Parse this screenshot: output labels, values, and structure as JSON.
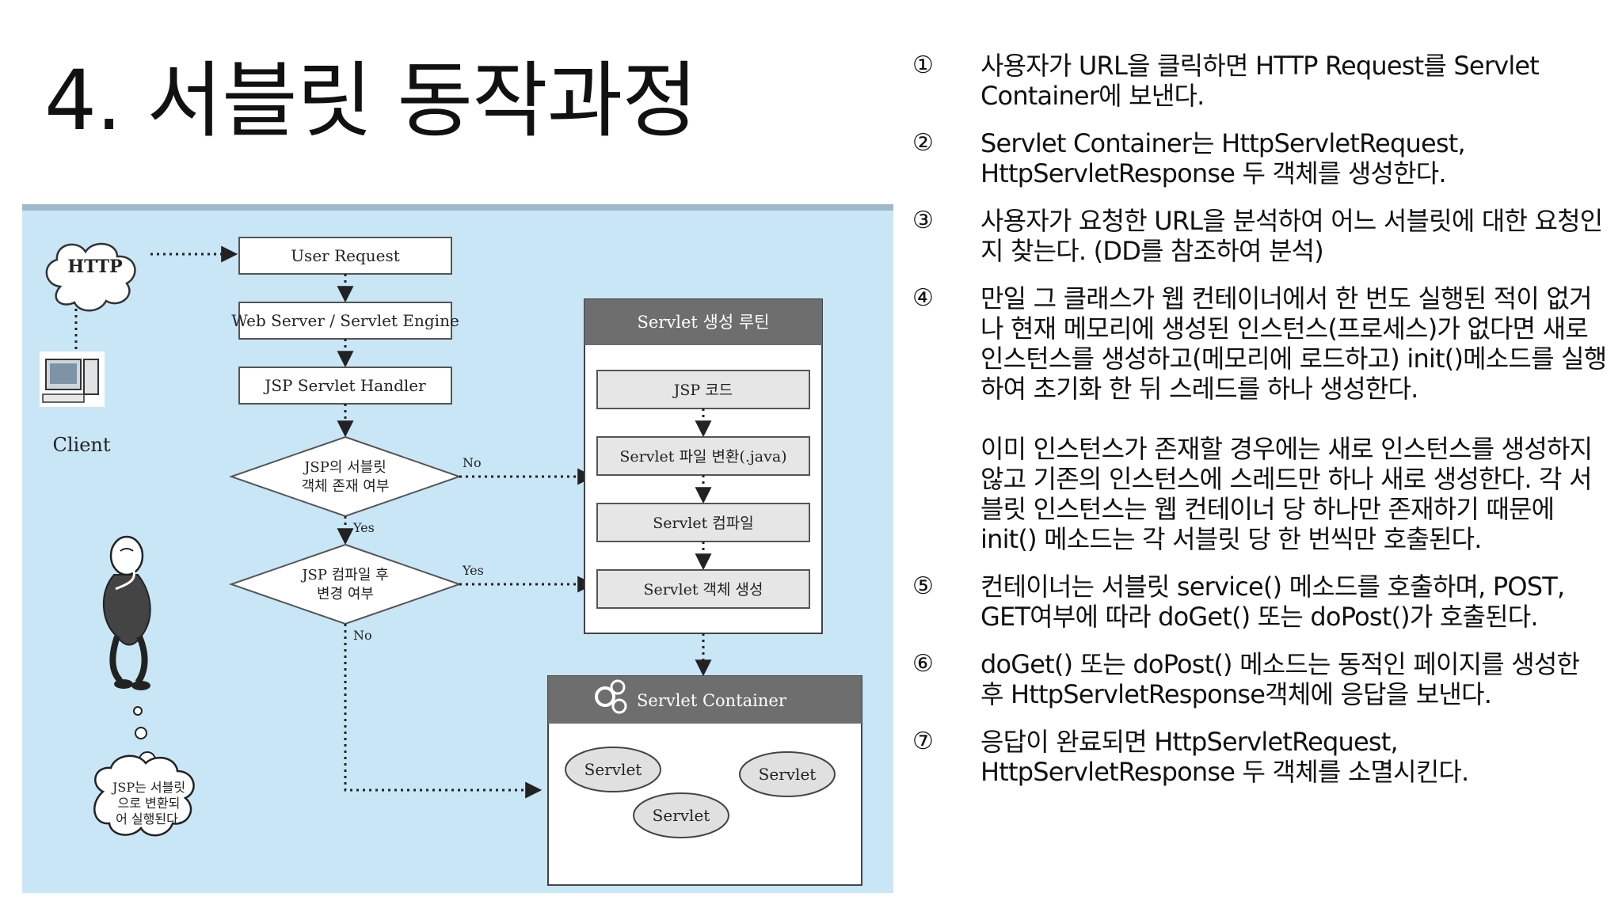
{
  "title": "4. 서블릿 동작과정",
  "diagram": {
    "cloud_label": "HTTP",
    "client_label": "Client",
    "user_request": "User Request",
    "web_server": "Web Server / Servlet Engine",
    "jsp_handler": "JSP Servlet Handler",
    "decision1_line1": "JSP의 서블릿",
    "decision1_line2": "객체 존재 여부",
    "decision1_no": "No",
    "decision1_yes": "Yes",
    "decision2_line1": "JSP 컴파일 후",
    "decision2_line2": "변경 여부",
    "decision2_yes": "Yes",
    "decision2_no": "No",
    "routine_header": "Servlet 생성 루틴",
    "routine_steps": [
      "JSP 코드",
      "Servlet 파일 변환(.java)",
      "Servlet 컴파일",
      "Servlet 객체 생성"
    ],
    "container_header": "Servlet Container",
    "servlets": [
      "Servlet",
      "Servlet",
      "Servlet"
    ],
    "thought_line1": "JSP는 서블릿",
    "thought_line2": "으로 변환되",
    "thought_line3": "어 실행된다."
  },
  "steps": [
    {
      "num": "①",
      "paragraphs": [
        "사용자가 URL을 클릭하면 HTTP Request를 Servlet Container에 보낸다."
      ]
    },
    {
      "num": "②",
      "paragraphs": [
        "Servlet Container는 HttpServletRequest, HttpServletResponse 두 객체를 생성한다."
      ]
    },
    {
      "num": "③",
      "paragraphs": [
        "사용자가 요청한 URL을 분석하여 어느 서블릿에 대한 요청인지 찾는다. (DD를 참조하여 분석)"
      ]
    },
    {
      "num": "④",
      "paragraphs": [
        "만일 그 클래스가 웹 컨테이너에서 한 번도 실행된 적이 없거나 현재 메모리에 생성된 인스턴스(프로세스)가 없다면 새로 인스턴스를 생성하고(메모리에 로드하고) init()메소드를 실행하여 초기화 한 뒤 스레드를 하나 생성한다.",
        "이미 인스턴스가 존재할 경우에는 새로 인스턴스를 생성하지 않고 기존의 인스턴스에 스레드만 하나 새로 생성한다. 각 서블릿 인스턴스는 웹 컨테이너 당 하나만 존재하기 때문에 init() 메소드는 각 서블릿 당 한 번씩만 호출된다."
      ]
    },
    {
      "num": "⑤",
      "paragraphs": [
        "컨테이너는 서블릿 service() 메소드를 호출하며, POST, GET여부에 따라 doGet() 또는 doPost()가 호출된다."
      ]
    },
    {
      "num": "⑥",
      "paragraphs": [
        "doGet() 또는 doPost() 메소드는 동적인 페이지를 생성한 후 HttpServletResponse객체에 응답을 보낸다."
      ]
    },
    {
      "num": "⑦",
      "paragraphs": [
        "응답이 완료되면 HttpServletRequest, HttpServletResponse 두 객체를 소멸시킨다."
      ]
    }
  ]
}
